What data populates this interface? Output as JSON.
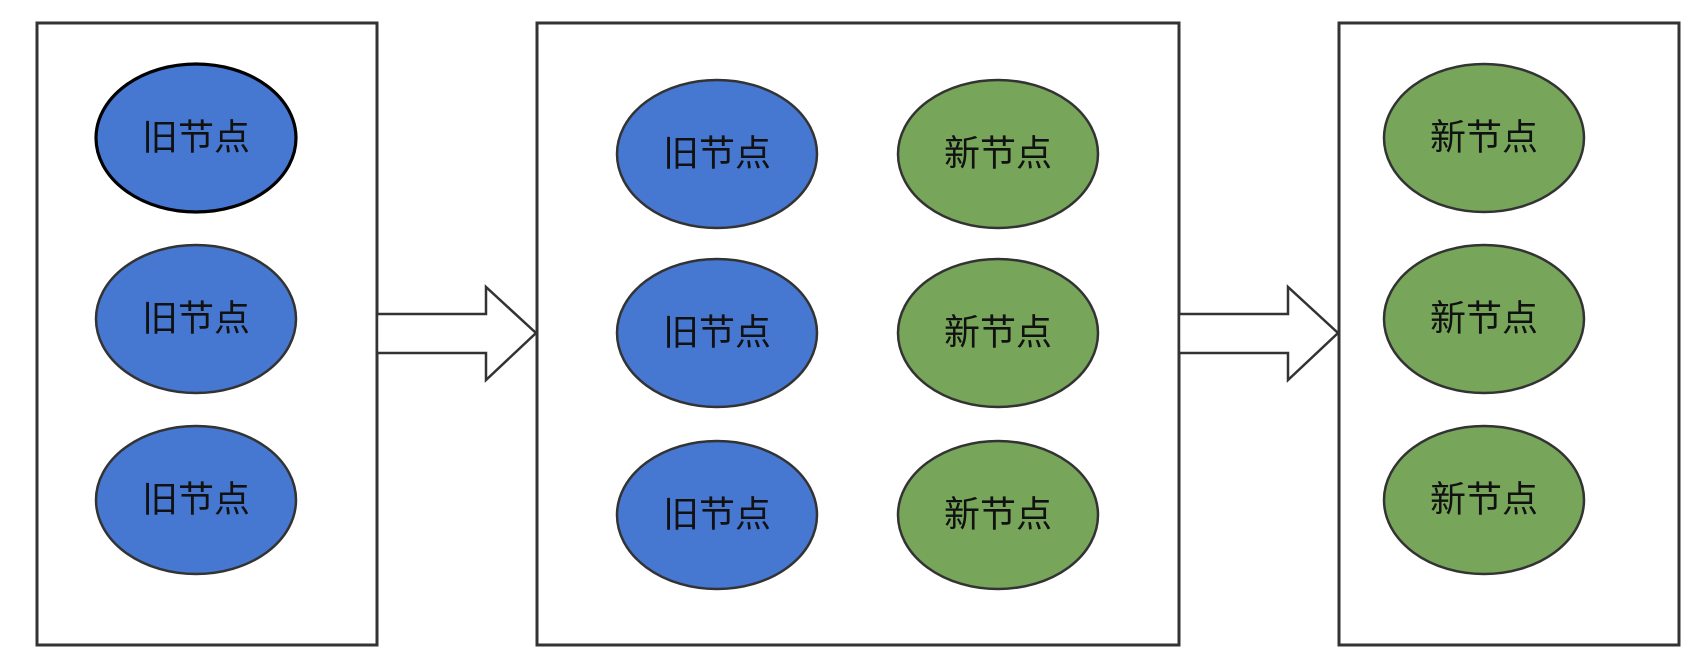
{
  "colors": {
    "old_node": "#4677d1",
    "new_node": "#77a65a",
    "stroke": "#333333",
    "panel_fill": "#ffffff"
  },
  "stages": [
    {
      "name": "stage-1",
      "nodes": [
        {
          "kind": "old",
          "label": "旧节点",
          "selected": true
        },
        {
          "kind": "old",
          "label": "旧节点"
        },
        {
          "kind": "old",
          "label": "旧节点"
        }
      ]
    },
    {
      "name": "stage-2",
      "nodes": [
        {
          "kind": "old",
          "label": "旧节点"
        },
        {
          "kind": "new",
          "label": "新节点"
        },
        {
          "kind": "old",
          "label": "旧节点"
        },
        {
          "kind": "new",
          "label": "新节点"
        },
        {
          "kind": "old",
          "label": "旧节点"
        },
        {
          "kind": "new",
          "label": "新节点"
        }
      ]
    },
    {
      "name": "stage-3",
      "nodes": [
        {
          "kind": "new",
          "label": "新节点"
        },
        {
          "kind": "new",
          "label": "新节点"
        },
        {
          "kind": "new",
          "label": "新节点"
        }
      ]
    }
  ],
  "arrows": [
    {
      "from": "stage-1",
      "to": "stage-2",
      "icon": "hollow-right-arrow-icon"
    },
    {
      "from": "stage-2",
      "to": "stage-3",
      "icon": "hollow-right-arrow-icon"
    }
  ]
}
